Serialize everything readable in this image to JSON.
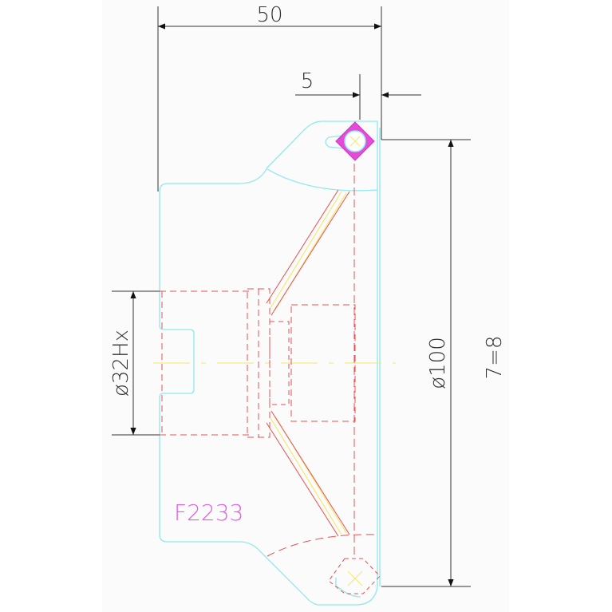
{
  "colors": {
    "background": "#ffffff",
    "panel": "#fbfbfb",
    "outline": "#8fe8ee",
    "hidden": "#e8504f",
    "center": "#f2e86a",
    "dimension": "#333333",
    "part_label": "#e25ee6",
    "marker_fill": "#e64bd8"
  },
  "dimensions": {
    "width_top": "50",
    "offset_top": "5",
    "bore": "ø32Hx",
    "outer_diameter": "ø100",
    "ratio": "7=8"
  },
  "part_label": "F2233"
}
